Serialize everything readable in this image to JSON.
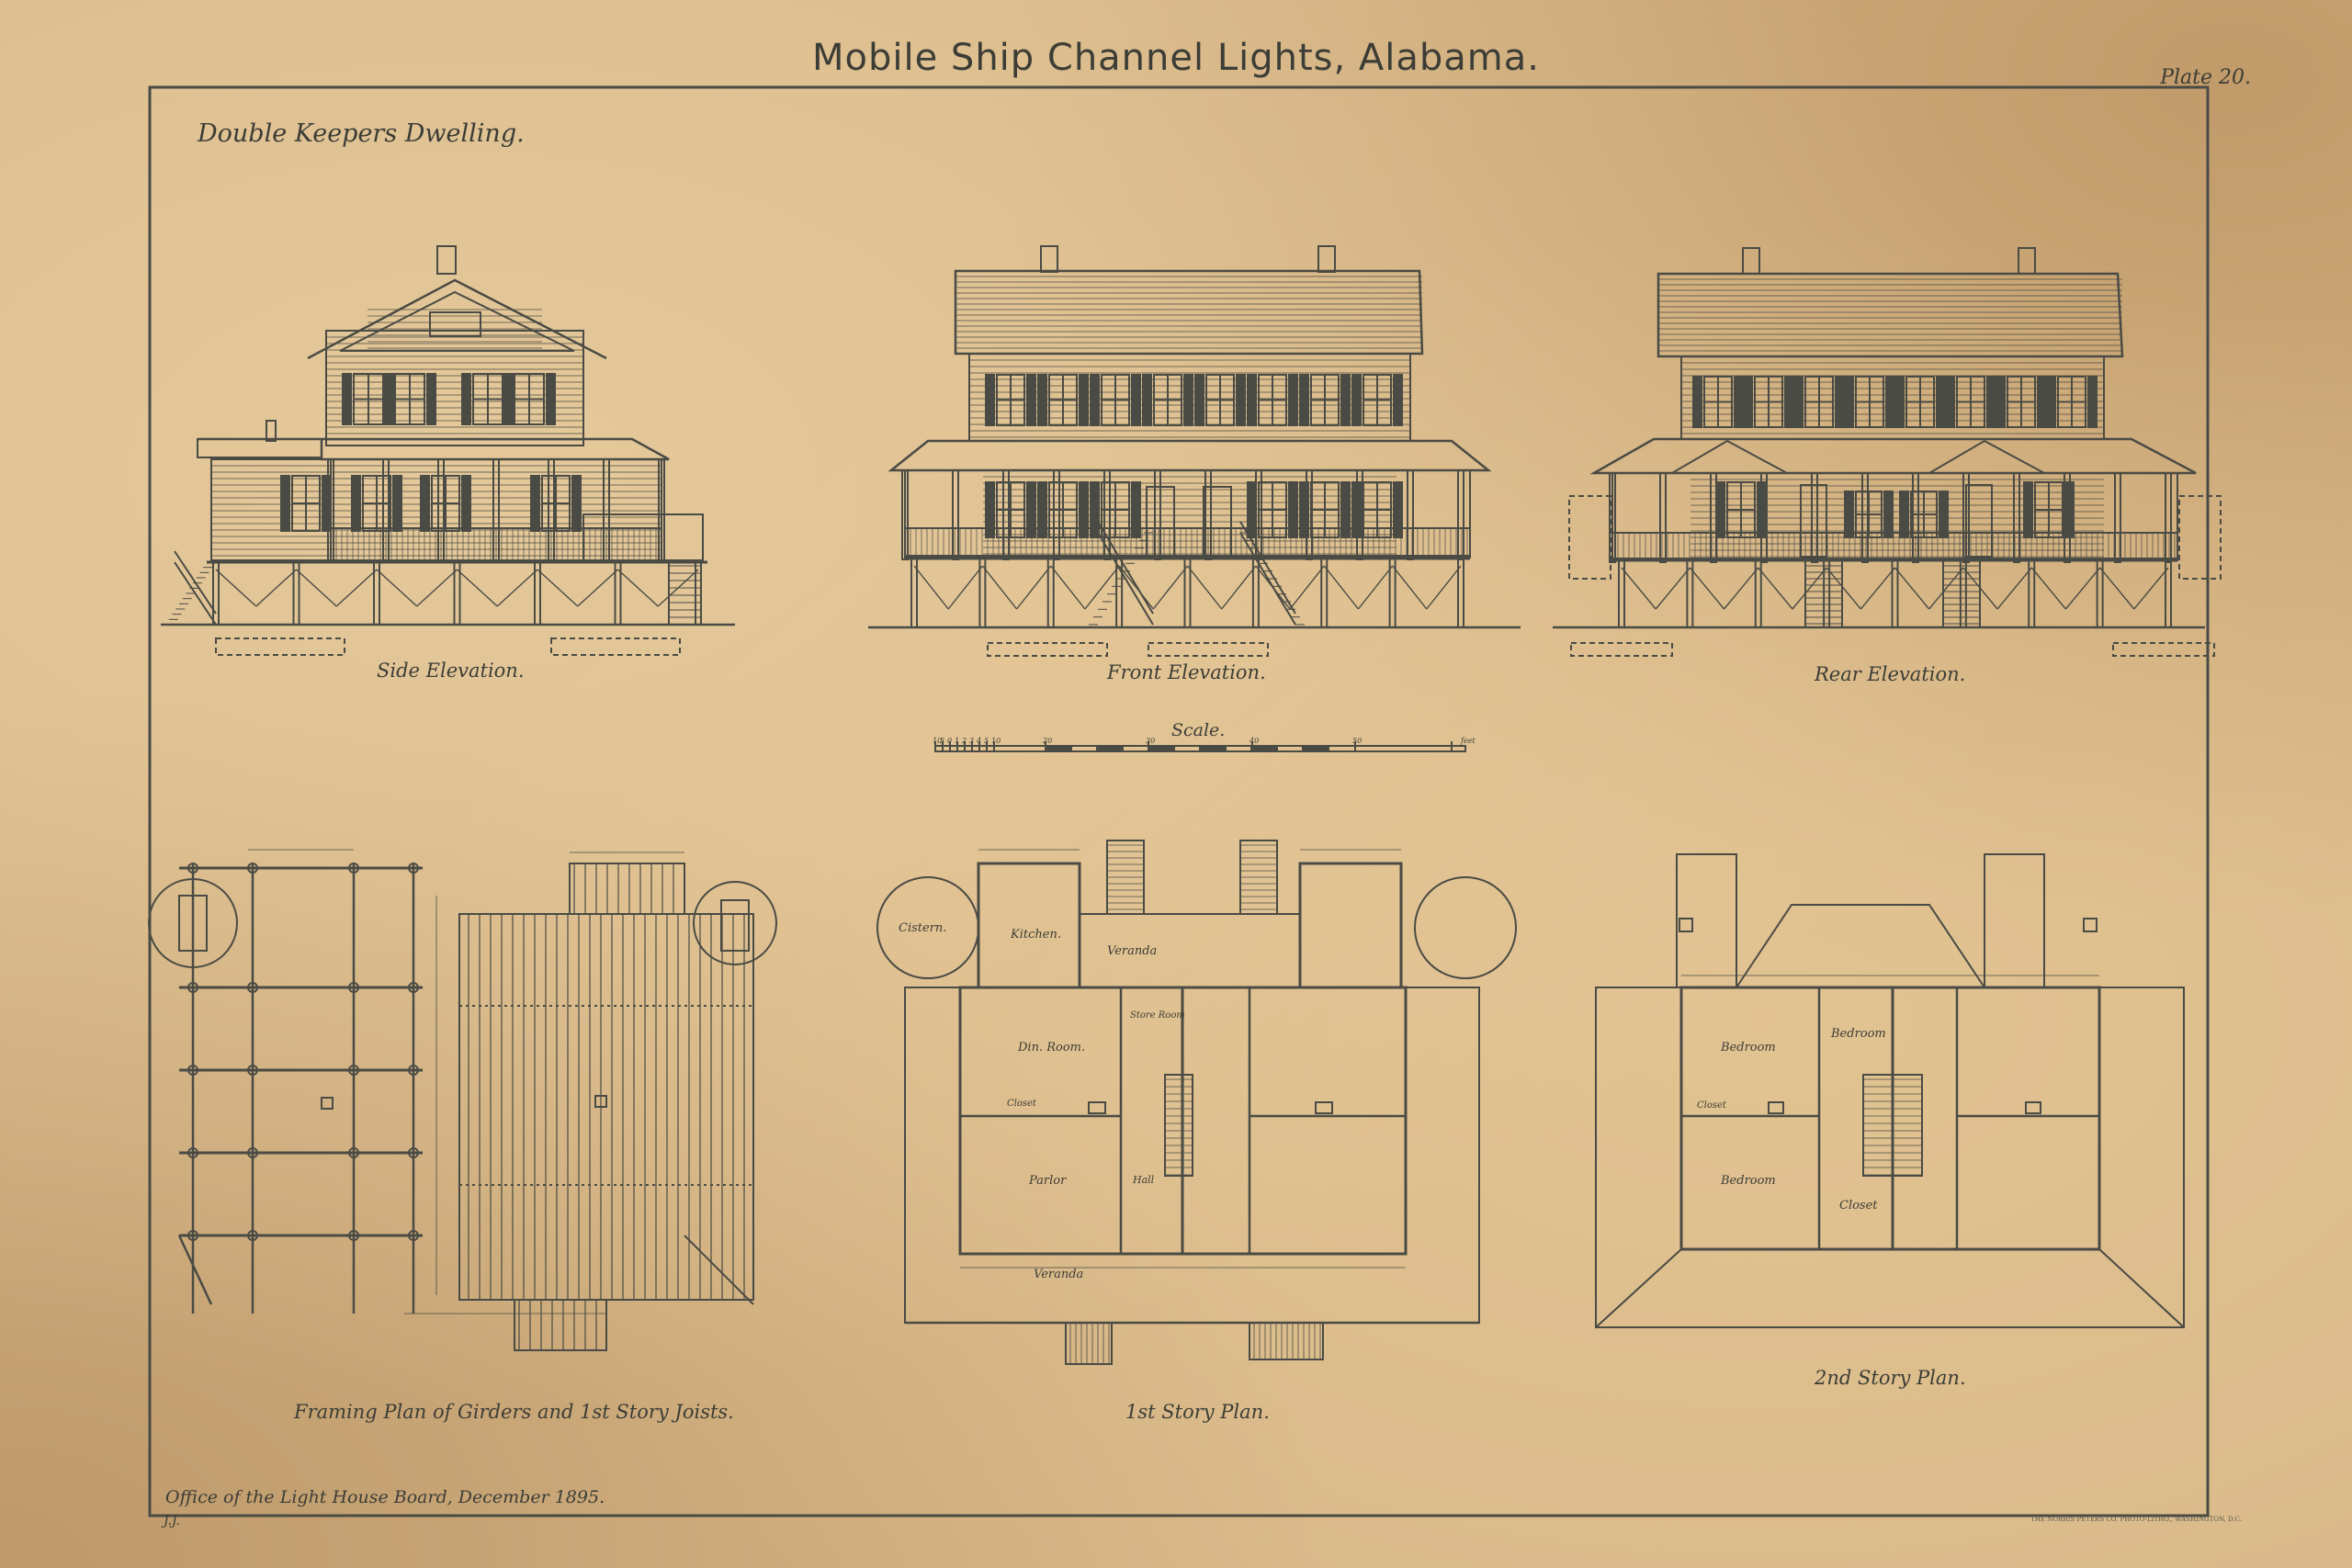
{
  "title": "Mobile Ship Channel Lights, Alabama.",
  "plate": "Plate 20.",
  "subtitle": "Double Keepers Dwelling.",
  "captions": {
    "side": "Side Elevation.",
    "front": "Front Elevation.",
    "rear": "Rear Elevation.",
    "scale": "Scale.",
    "framing": "Framing Plan of Girders and 1st Story Joists.",
    "first": "1st Story Plan.",
    "second": "2nd Story Plan."
  },
  "scale_marks": [
    "10",
    "5",
    "0",
    "1",
    "2",
    "3",
    "4",
    "5",
    "10",
    "20",
    "30",
    "40",
    "50",
    "feet"
  ],
  "rooms": {
    "cistern": "Cistern.",
    "kitchen": "Kitchen.",
    "veranda_top": "Veranda",
    "din_room": "Din. Room.",
    "store_room": "Store Room",
    "parlor": "Parlor",
    "hall": "Hall",
    "closet_1": "Closet",
    "veranda_bottom": "Veranda",
    "bedroom_a": "Bedroom",
    "bedroom_b": "Bedroom",
    "bedroom_c": "Bedroom",
    "closet_2": "Closet",
    "closet_3": "Closet"
  },
  "footer": "Office of the Light House Board, December 1895.",
  "initials": "J.J.",
  "printer": "THE NORRIS PETERS CO. PHOTO-LITHO., WASHINGTON, D.C."
}
